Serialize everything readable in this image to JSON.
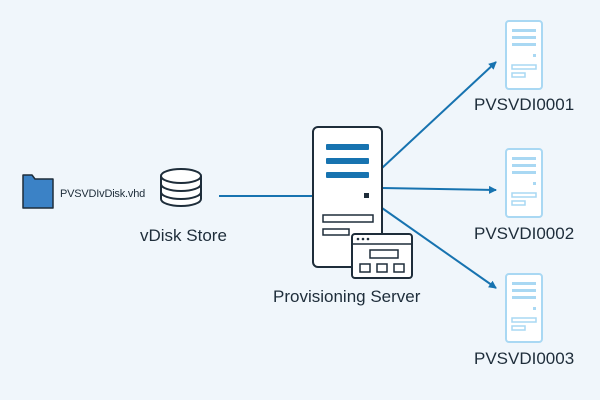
{
  "colors": {
    "background": "#f0f6fb",
    "stroke": "#1e2d3a",
    "accent": "#1773b0",
    "light_accent": "#a9d8f3",
    "folder": "#3b82c6",
    "white": "#ffffff"
  },
  "icons": {
    "file": "folder-icon",
    "store": "database-icon",
    "server": "server-tower-icon",
    "console": "console-window-icon",
    "targets": "small-server-icon"
  },
  "nodes": {
    "file": {
      "label": "PVSVDIvDisk.vhd"
    },
    "store": {
      "label": "vDisk Store"
    },
    "server": {
      "label": "Provisioning Server"
    },
    "targets": [
      {
        "label": "PVSVDI0001"
      },
      {
        "label": "PVSVDI0002"
      },
      {
        "label": "PVSVDI0003"
      }
    ]
  }
}
